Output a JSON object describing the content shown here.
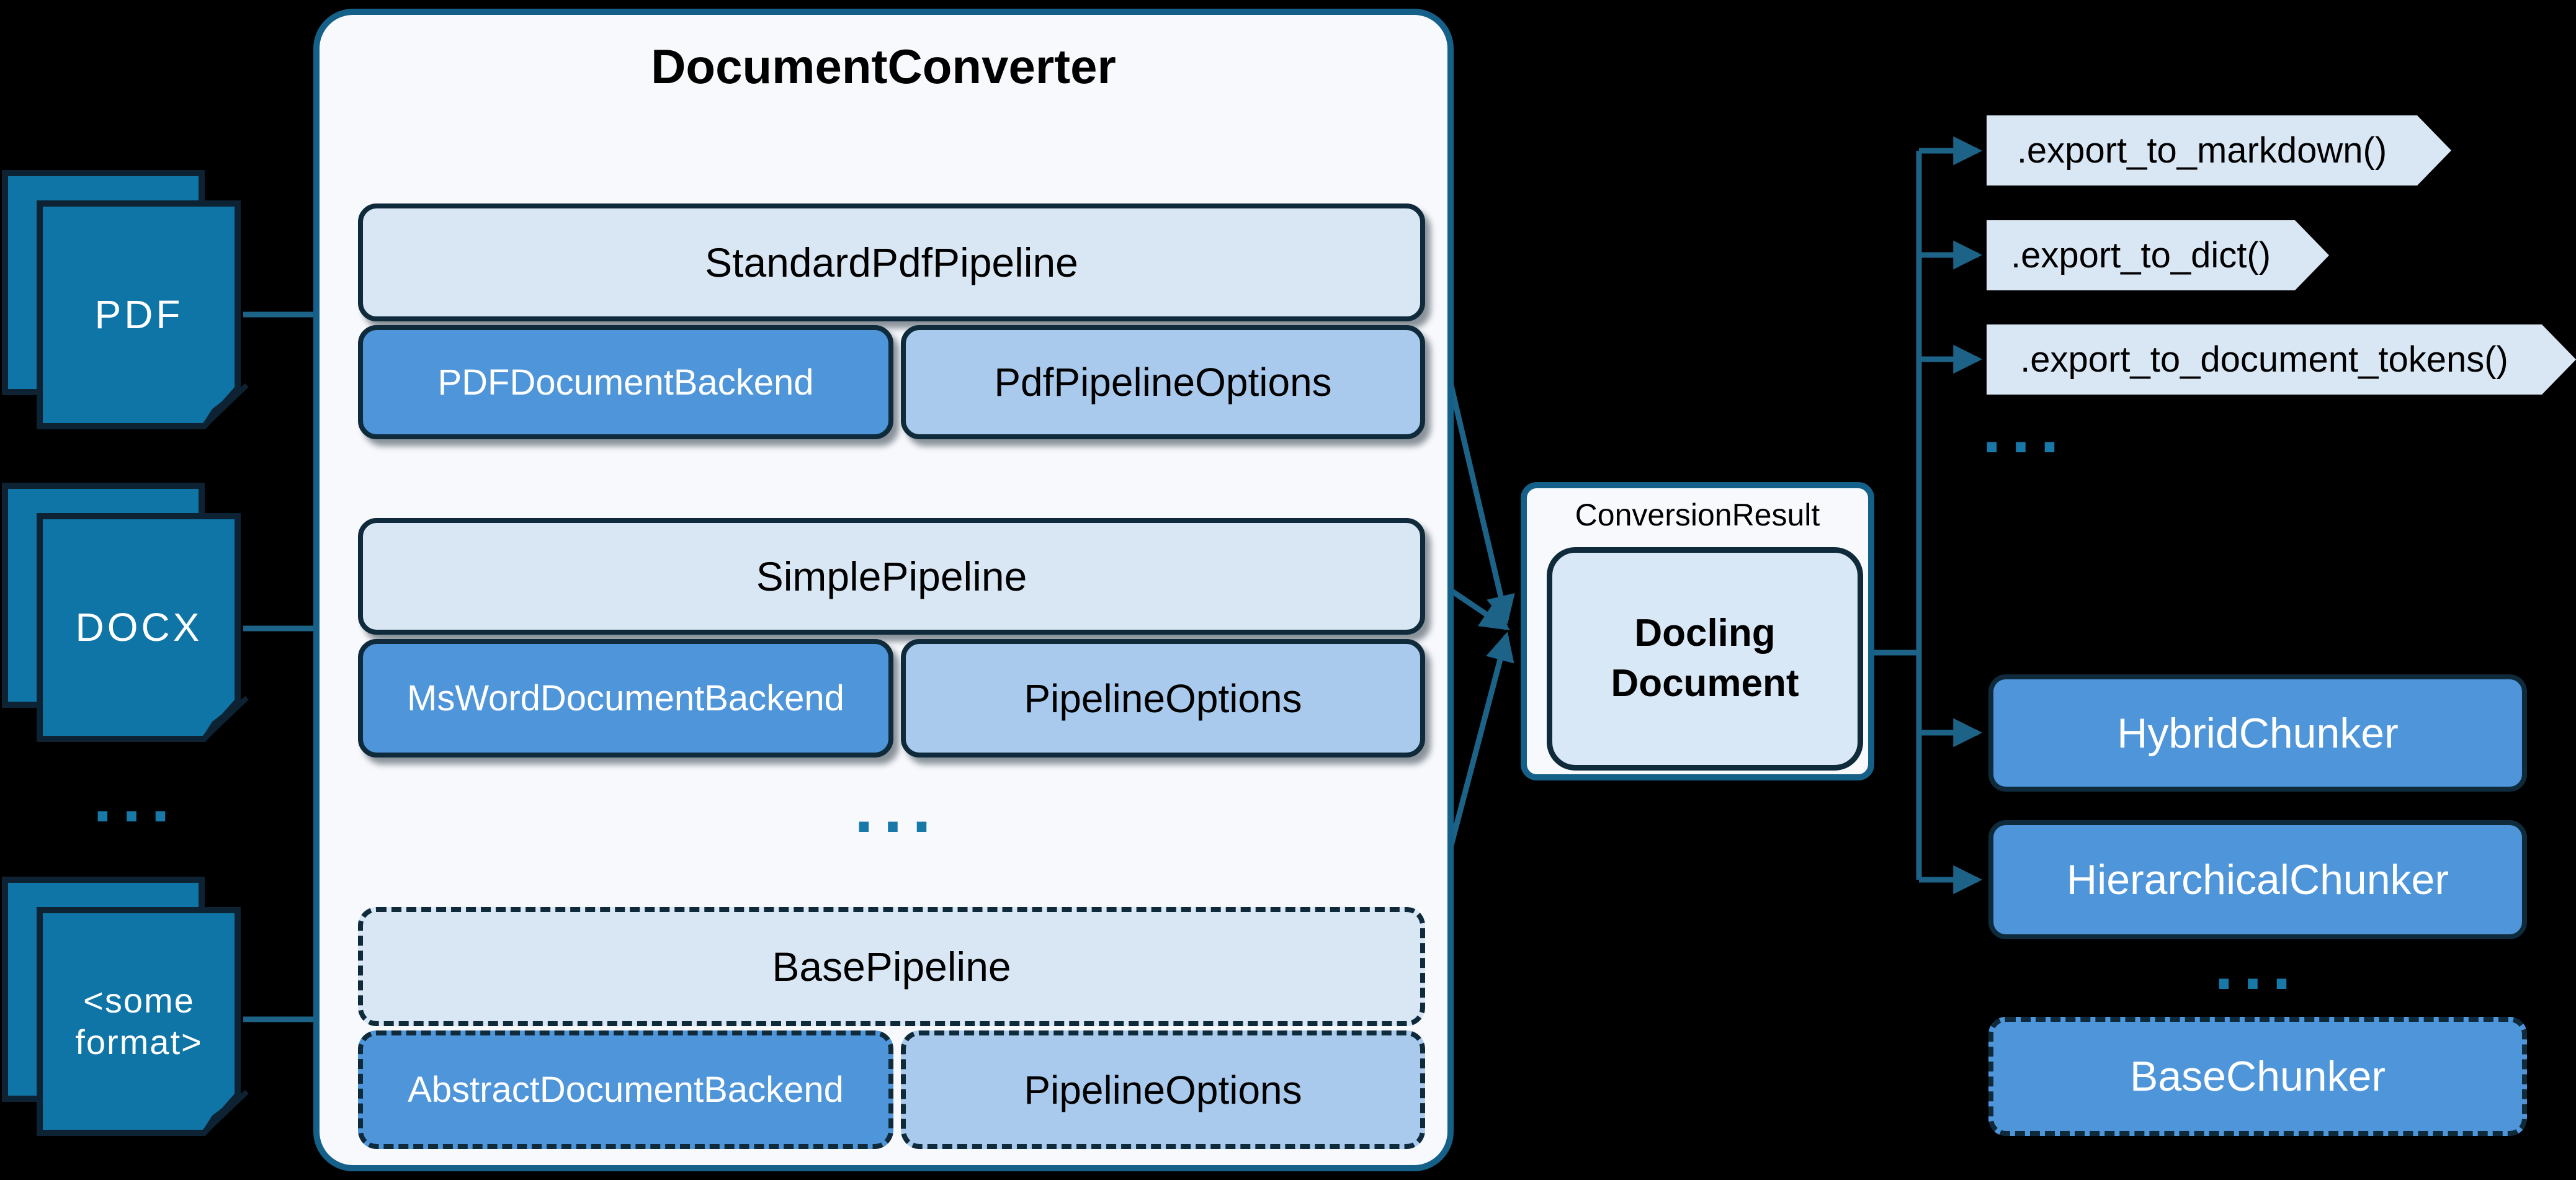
{
  "colors": {
    "teal_doc": "#0E75A6",
    "outline_dark": "#0E2A3B",
    "outline_navy": "#0D2233",
    "outline_teal": "#156089",
    "light_blue": "#D9E7F5",
    "pale_blue": "#A9CAEC",
    "accent_blue": "#4E95D9",
    "connector": "#1D6287",
    "dots": "#1878A8",
    "panel_bg": "#F7F9FD",
    "docling_bg": "#D9E8F6"
  },
  "inputs": {
    "pdf": {
      "label": "PDF"
    },
    "docx": {
      "label": "DOCX"
    },
    "ellipsis": "...",
    "other": {
      "label": "<some format>"
    }
  },
  "converter": {
    "title": "DocumentConverter",
    "rows": [
      {
        "pipeline": "StandardPdfPipeline",
        "backend": "PDFDocumentBackend",
        "options": "PdfPipelineOptions"
      },
      {
        "pipeline": "SimplePipeline",
        "backend": "MsWordDocumentBackend",
        "options": "PipelineOptions"
      },
      {
        "pipeline": "BasePipeline",
        "backend": "AbstractDocumentBackend",
        "options": "PipelineOptions"
      }
    ],
    "ellipsis": "..."
  },
  "result": {
    "label": "ConversionResult",
    "document": "Docling Document"
  },
  "exports": {
    "items": [
      ".export_to_markdown()",
      ".export_to_dict()",
      ".export_to_document_tokens()"
    ],
    "ellipsis": "..."
  },
  "chunkers": {
    "items": [
      "HybridChunker",
      "HierarchicalChunker",
      "BaseChunker"
    ],
    "ellipsis": "..."
  }
}
